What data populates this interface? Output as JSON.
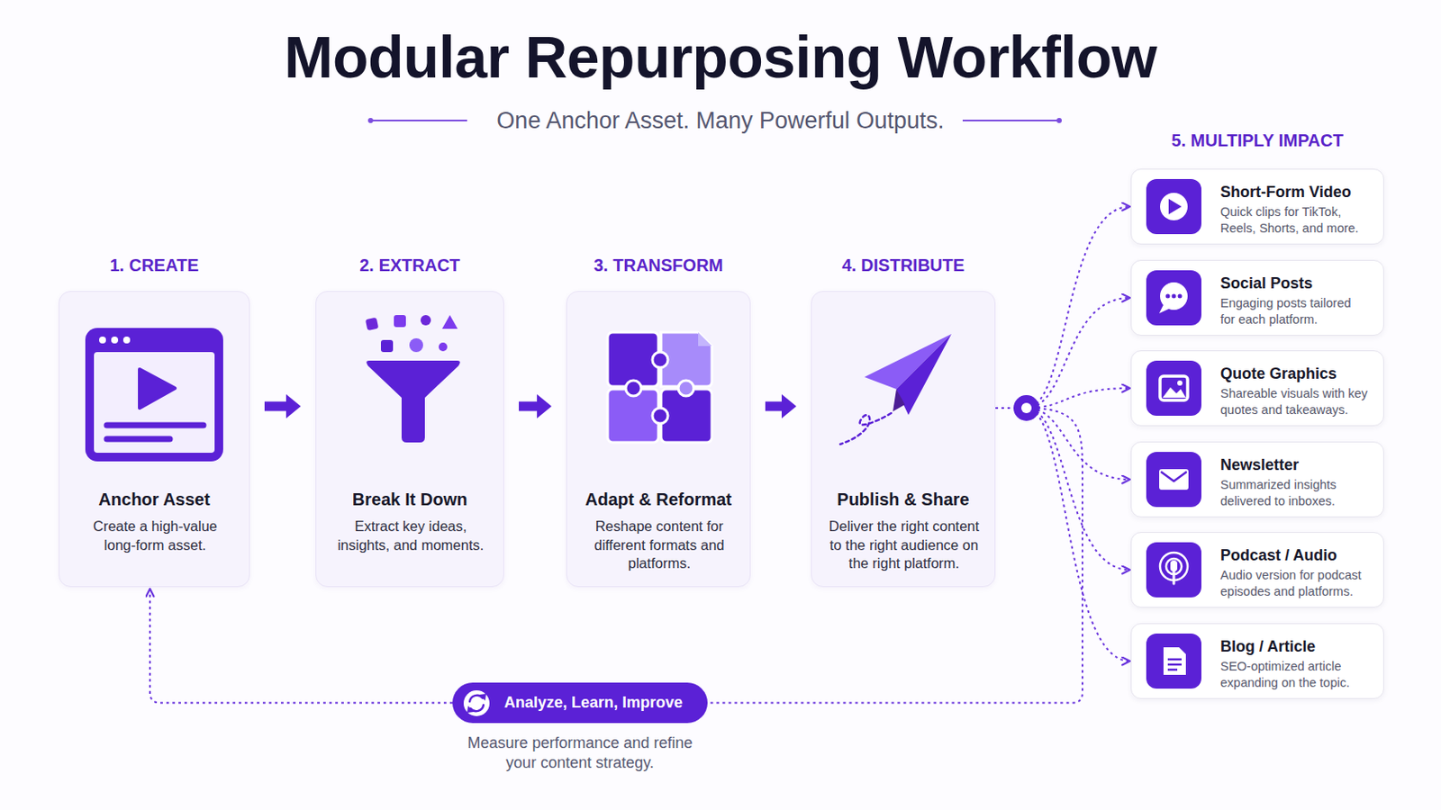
{
  "diagram": {
    "title": "Modular Repurposing Workflow",
    "nodes": [
      {
        "text": [
          "1. CREATE",
          "Anchor Asset",
          "Create a high-value long-form asset."
        ]
      },
      {
        "text": [
          "2. EXTRACT",
          "Break It Down",
          "Extract key ideas, insights, and moments."
        ]
      },
      {
        "text": [
          "3. TRANSFORM",
          "Adapt & Reformat",
          "Reshape content for different formats and platforms."
        ]
      },
      {
        "text": [
          "4. DISTRIBUTE",
          "Publish & Share",
          "Deliver the right content to the right audience on the right platform."
        ]
      },
      {
        "text": [
          "Short-Form Video",
          "Quick clips for TikTok, Reels, Shorts, and more."
        ]
      },
      {
        "text": [
          "Social Posts",
          "Engaging posts tailored for each platform."
        ]
      },
      {
        "text": [
          "Quote Graphics",
          "Shareable visuals with key quotes and takeaways."
        ]
      },
      {
        "text": [
          "Newsletter",
          "Summarized insights delivered to inboxes."
        ]
      },
      {
        "text": [
          "Podcast / Audio",
          "Audio version for podcast episodes and platforms."
        ]
      },
      {
        "text": [
          "Blog / Article",
          "SEO-optimized article expanding on the topic."
        ]
      },
      {
        "text": [
          "Analyze, Learn, Improve",
          "Measure performance and refine your content strategy."
        ]
      }
    ],
    "edges": [
      {
        "from": 0,
        "to": 1,
        "arrow": "to"
      },
      {
        "from": 1,
        "to": 2,
        "arrow": "to"
      },
      {
        "from": 2,
        "to": 3,
        "arrow": "to"
      },
      {
        "from": 3,
        "to": 4,
        "arrow": "to"
      },
      {
        "from": 3,
        "to": 5,
        "arrow": "to"
      },
      {
        "from": 3,
        "to": 6,
        "arrow": "to"
      },
      {
        "from": 3,
        "to": 7,
        "arrow": "to"
      },
      {
        "from": 3,
        "to": 8,
        "arrow": "to"
      },
      {
        "from": 3,
        "to": 9,
        "arrow": "to"
      },
      {
        "from": 3,
        "to": 10,
        "arrow": "none"
      },
      {
        "from": 10,
        "to": 0,
        "arrow": "to"
      }
    ],
    "labels": [
      "One Anchor Asset. Many Powerful Outputs.",
      "5. MULTIPLY IMPACT"
    ]
  }
}
